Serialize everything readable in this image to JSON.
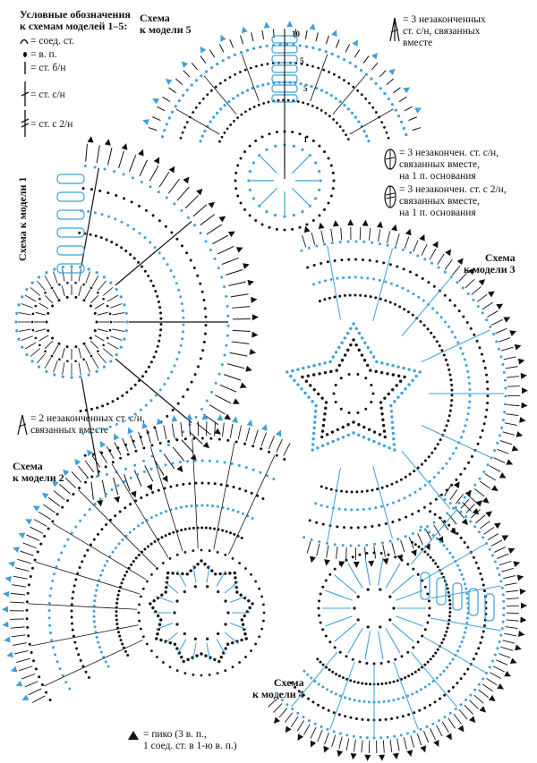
{
  "legend": {
    "title_line1": "Условные обозначения",
    "title_line2": "к схемам моделей 1–5:",
    "items": [
      {
        "symbol": "arc-icon",
        "label": "= соед. ст."
      },
      {
        "symbol": "dot-icon",
        "label": "= в. п."
      },
      {
        "symbol": "short-bar-icon",
        "label": "= ст. б/н"
      },
      {
        "symbol": "cross-stitch-icon",
        "label": "= ст. с/н"
      },
      {
        "symbol": "double-cross-stitch-icon",
        "label": "= ст. с 2/н"
      }
    ]
  },
  "notes": {
    "three_unfinished_dc": [
      "= 3 незаконченных",
      "ст. с/н, связанных",
      "вместе"
    ],
    "cluster_dc": [
      "= 3 незакончен. ст. с/н,",
      "связанных вместе,",
      "на 1 п. основания"
    ],
    "cluster_tr": [
      "= 3 незакончен. ст. с 2/н,",
      "связанных вместе,",
      "на 1 п. основания"
    ],
    "two_unfinished_dc": [
      "= 2 незаконченных ст. с/н,",
      "связанных вместе"
    ],
    "picot": [
      "= пико (3 в. п.,",
      "1 соед. ст. в 1-ю в. п.)"
    ]
  },
  "titles": {
    "model1": "Схема к модели 1",
    "model2": [
      "Схема",
      "к модели 2"
    ],
    "model3": [
      "Схема",
      "к модели 3"
    ],
    "model4": [
      "Схема",
      "к модели 4"
    ],
    "model5": [
      "Схема",
      "к модели 5"
    ]
  },
  "row_numbers": [
    "10",
    "5",
    "5",
    "1"
  ],
  "colors": {
    "accent_blue": "#3fa0d8",
    "ink": "#111111"
  }
}
